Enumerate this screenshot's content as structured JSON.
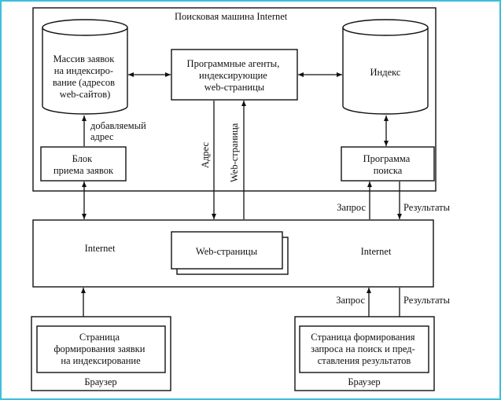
{
  "search_engine": {
    "title": "Поисковая машина Internet",
    "request_array": [
      "Массив заявок",
      "на индексиро-",
      "вание (адресов",
      "web-сайтов)"
    ],
    "agents": [
      "Программные агенты,",
      "индексирующие",
      "web-страницы"
    ],
    "index": "Индекс",
    "request_block": [
      "Блок",
      "приема заявок"
    ],
    "search_program": [
      "Программа",
      "поиска"
    ],
    "added_address": [
      "добавляемый",
      "адрес"
    ],
    "address_label": "Адрес",
    "webpage_label": "Web-страница"
  },
  "internet": {
    "left_label": "Internet",
    "right_label": "Internet",
    "web_pages": "Web-страницы",
    "query_top": "Запрос",
    "results_top": "Результаты",
    "query_bottom": "Запрос",
    "results_bottom": "Результаты"
  },
  "browser_left": {
    "page": [
      "Страница",
      "формирования заявки",
      "на индексирование"
    ],
    "label": "Браузер"
  },
  "browser_right": {
    "page": [
      "Страница формирования",
      "запроса на поиск и пред-",
      "ставления результатов"
    ],
    "label": "Браузер"
  }
}
